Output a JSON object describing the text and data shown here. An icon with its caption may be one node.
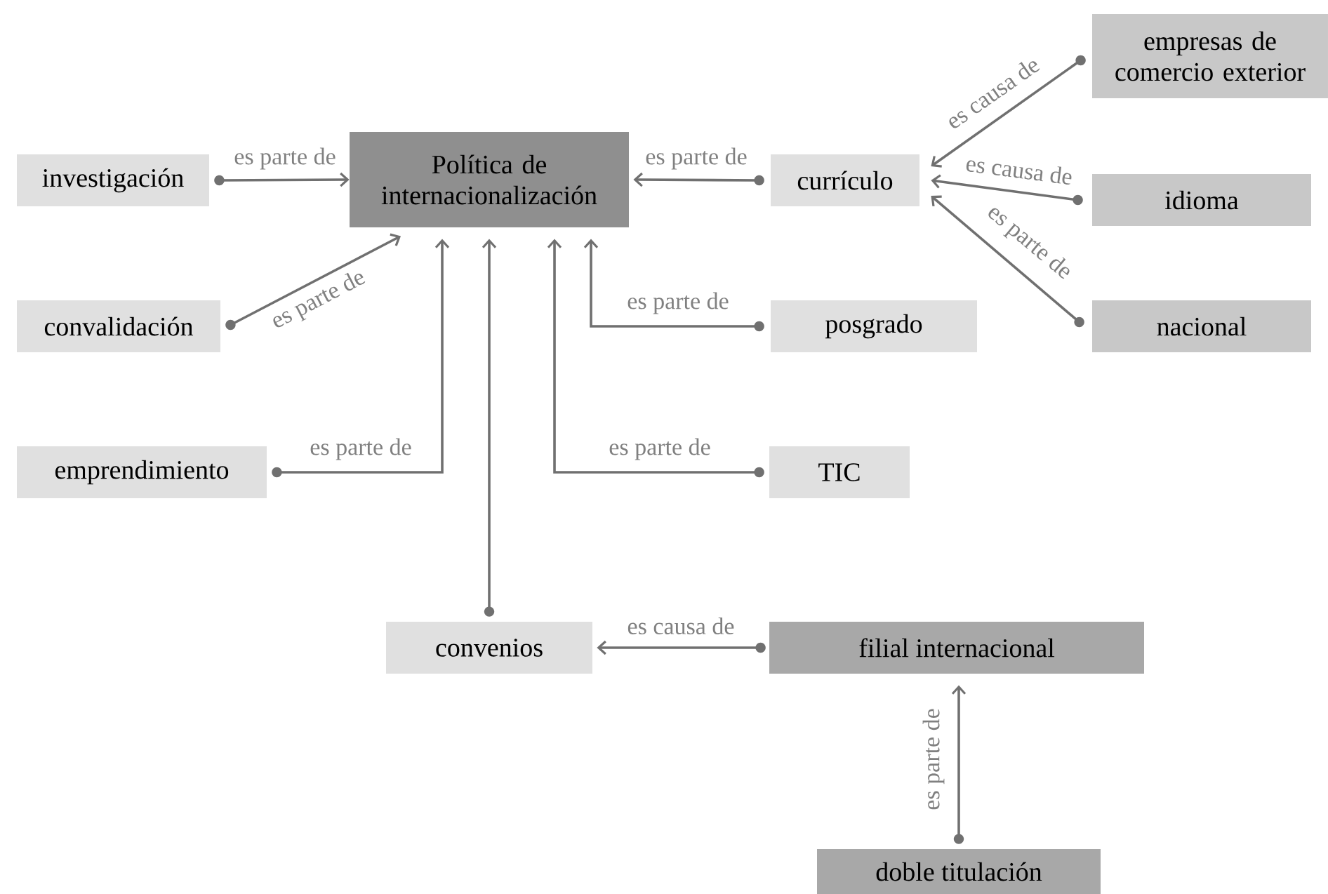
{
  "diagram": {
    "nodes": [
      {
        "text": [
          "Política de internacionalización"
        ]
      },
      {
        "text": [
          "investigación"
        ]
      },
      {
        "text": [
          "currículo"
        ]
      },
      {
        "text": [
          "empresas de comercio exterior"
        ]
      },
      {
        "text": [
          "idioma"
        ]
      },
      {
        "text": [
          "nacional"
        ]
      },
      {
        "text": [
          "convalidación"
        ]
      },
      {
        "text": [
          "posgrado"
        ]
      },
      {
        "text": [
          "emprendimiento"
        ]
      },
      {
        "text": [
          "TIC"
        ]
      },
      {
        "text": [
          "convenios"
        ]
      },
      {
        "text": [
          "filial internacional"
        ]
      },
      {
        "text": [
          "doble titulación"
        ]
      }
    ],
    "edges": [
      {
        "from": 1,
        "to": 0,
        "arrow": "to",
        "label": "es parte de"
      },
      {
        "from": 2,
        "to": 0,
        "arrow": "to",
        "label": "es parte de"
      },
      {
        "from": 3,
        "to": 2,
        "arrow": "to",
        "label": "es causa de"
      },
      {
        "from": 4,
        "to": 2,
        "arrow": "to",
        "label": "es causa de"
      },
      {
        "from": 5,
        "to": 2,
        "arrow": "to",
        "label": "es parte de"
      },
      {
        "from": 6,
        "to": 0,
        "arrow": "to",
        "label": "es parte de"
      },
      {
        "from": 7,
        "to": 0,
        "arrow": "to",
        "label": "es parte de"
      },
      {
        "from": 8,
        "to": 0,
        "arrow": "to",
        "label": "es parte de"
      },
      {
        "from": 9,
        "to": 0,
        "arrow": "to",
        "label": "es parte de"
      },
      {
        "from": 10,
        "to": 0,
        "arrow": "to"
      },
      {
        "from": 11,
        "to": 10,
        "arrow": "to",
        "label": "es causa de"
      },
      {
        "from": 12,
        "to": 11,
        "arrow": "to",
        "label": "es parte de"
      }
    ]
  }
}
